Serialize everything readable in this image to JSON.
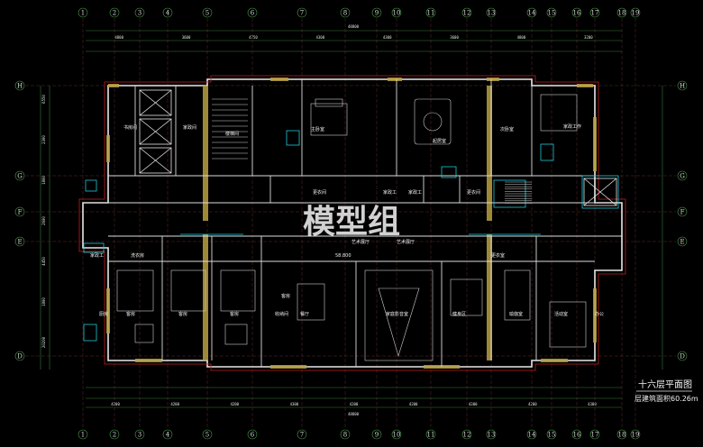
{
  "drawing": {
    "watermark": "模型组",
    "title": "十六层平面图",
    "area_label": "层建筑面积60.26m",
    "total_width_dim": "48800",
    "top_grid_labels": [
      "1",
      "2",
      "3",
      "4",
      "5",
      "6",
      "7",
      "8",
      "9",
      "10",
      "11",
      "12",
      "13",
      "14",
      "15",
      "16",
      "17",
      "18",
      "19"
    ],
    "side_grid_labels": [
      "H",
      "G",
      "F",
      "E",
      "D"
    ],
    "top_segment_dims": [
      "4800",
      "3600",
      "4750",
      "4300",
      "4300",
      "3600",
      "4800",
      "3200"
    ],
    "bottom_segment_dims": [
      "4200",
      "4200",
      "4200",
      "4300",
      "4200",
      "4200",
      "4300",
      "4200",
      "4300"
    ],
    "left_dims": [
      "6550",
      "2300",
      "1800",
      "2600",
      "4450",
      "1800",
      "20200"
    ],
    "rooms": {
      "r1": "书房间",
      "r2": "家政间",
      "r3": "主卧室",
      "r4": "起居室",
      "r5": "次卧室",
      "r6": "家政工作",
      "r7": "更衣间",
      "r8": "家政工",
      "r9": "家政工",
      "r10": "更衣间",
      "r11": "楼梯间",
      "r12": "家政工",
      "r13": "收纳间",
      "r14": "客房",
      "r15": "客房",
      "r16": "客房",
      "r17": "客房",
      "r18": "厨房",
      "r19": "餐厅",
      "r20": "家庭影音室",
      "r21": "健身区",
      "r22": "瑜伽室",
      "r23": "活动室",
      "r24": "办公",
      "r25": "艺术展厅",
      "r26": "艺术展厅",
      "r27": "洗衣房",
      "r28": "更衣室"
    },
    "elevation": "58.800"
  }
}
